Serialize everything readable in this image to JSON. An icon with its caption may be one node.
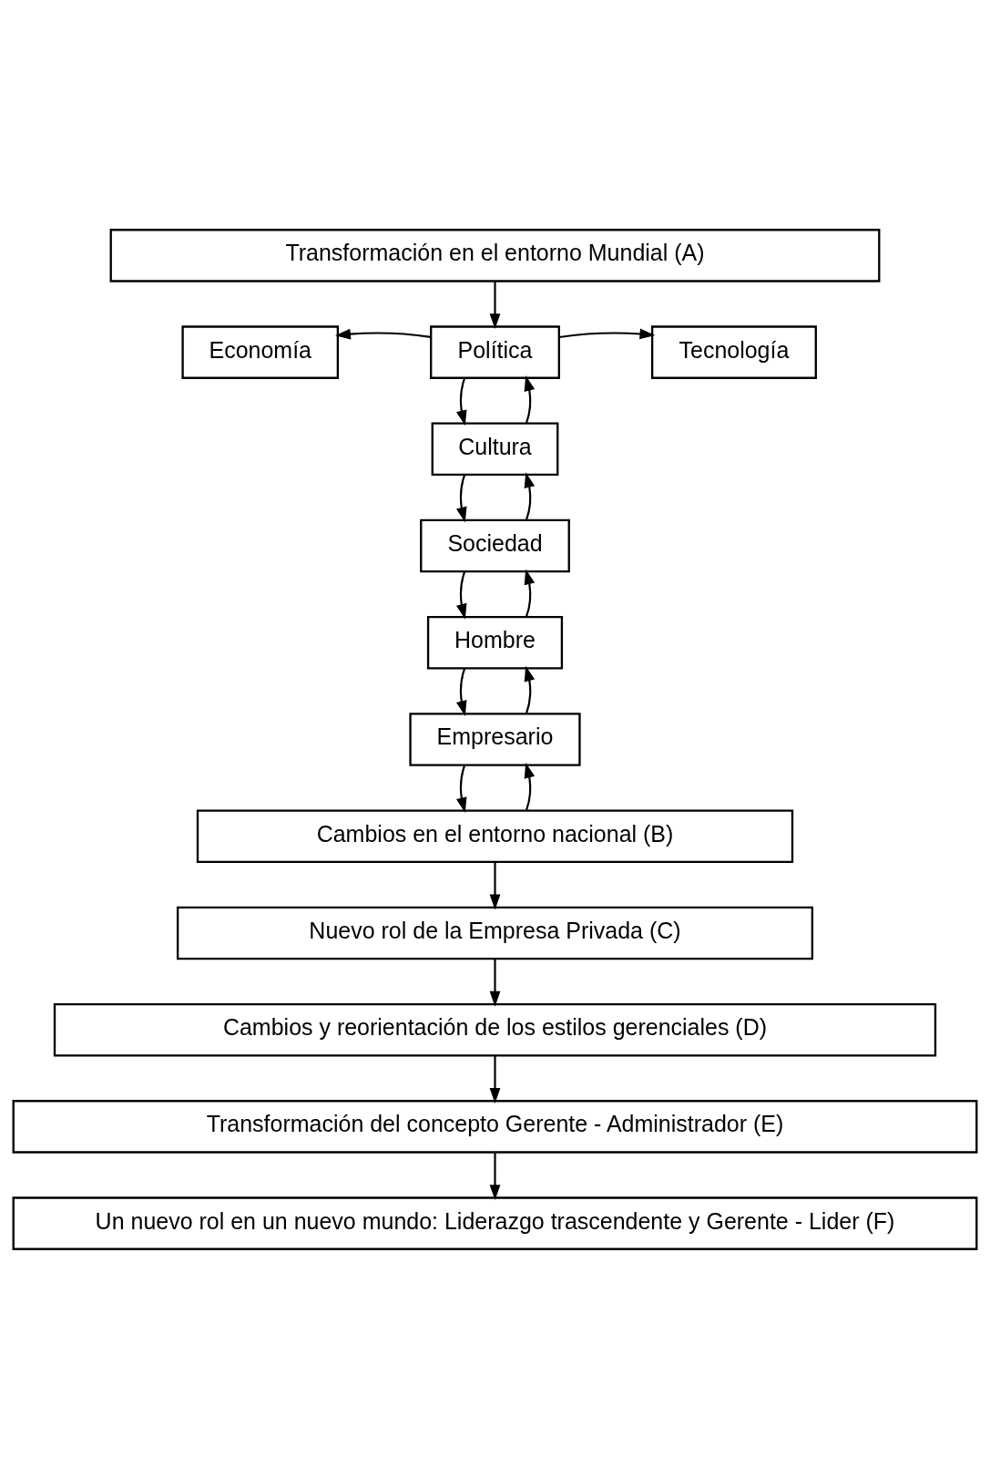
{
  "diagram": {
    "nodes": [
      {
        "text": [
          "Transformación en el entorno Mundial (A)"
        ]
      },
      {
        "text": [
          "Economía"
        ]
      },
      {
        "text": [
          "Política"
        ]
      },
      {
        "text": [
          "Tecnología"
        ]
      },
      {
        "text": [
          "Cultura"
        ]
      },
      {
        "text": [
          "Sociedad"
        ]
      },
      {
        "text": [
          "Hombre"
        ]
      },
      {
        "text": [
          "Empresario"
        ]
      },
      {
        "text": [
          "Cambios en el entorno nacional (B)"
        ]
      },
      {
        "text": [
          "Nuevo rol de la Empresa Privada (C)"
        ]
      },
      {
        "text": [
          "Cambios y reorientación de los estilos gerenciales (D)"
        ]
      },
      {
        "text": [
          "Transformación del concepto Gerente - Administrador (E)"
        ]
      },
      {
        "text": [
          "Un nuevo rol en un nuevo mundo: Liderazgo trascendente y Gerente - Lider (F)"
        ]
      }
    ],
    "edges": [
      {
        "from": 0,
        "to": 2,
        "arrow": "to"
      },
      {
        "from": 2,
        "to": 1,
        "arrow": "to"
      },
      {
        "from": 2,
        "to": 3,
        "arrow": "to"
      },
      {
        "from": 4,
        "to": 2,
        "arrow": "to"
      },
      {
        "from": 2,
        "to": 4,
        "arrow": "to"
      },
      {
        "from": 5,
        "to": 4,
        "arrow": "to"
      },
      {
        "from": 4,
        "to": 5,
        "arrow": "to"
      },
      {
        "from": 6,
        "to": 5,
        "arrow": "to"
      },
      {
        "from": 5,
        "to": 6,
        "arrow": "to"
      },
      {
        "from": 7,
        "to": 6,
        "arrow": "to"
      },
      {
        "from": 6,
        "to": 7,
        "arrow": "to"
      },
      {
        "from": 8,
        "to": 7,
        "arrow": "to"
      },
      {
        "from": 7,
        "to": 8,
        "arrow": "to"
      },
      {
        "from": 8,
        "to": 9,
        "arrow": "to"
      },
      {
        "from": 9,
        "to": 10,
        "arrow": "to"
      },
      {
        "from": 10,
        "to": 11,
        "arrow": "to"
      },
      {
        "from": 11,
        "to": 12,
        "arrow": "to"
      }
    ]
  }
}
